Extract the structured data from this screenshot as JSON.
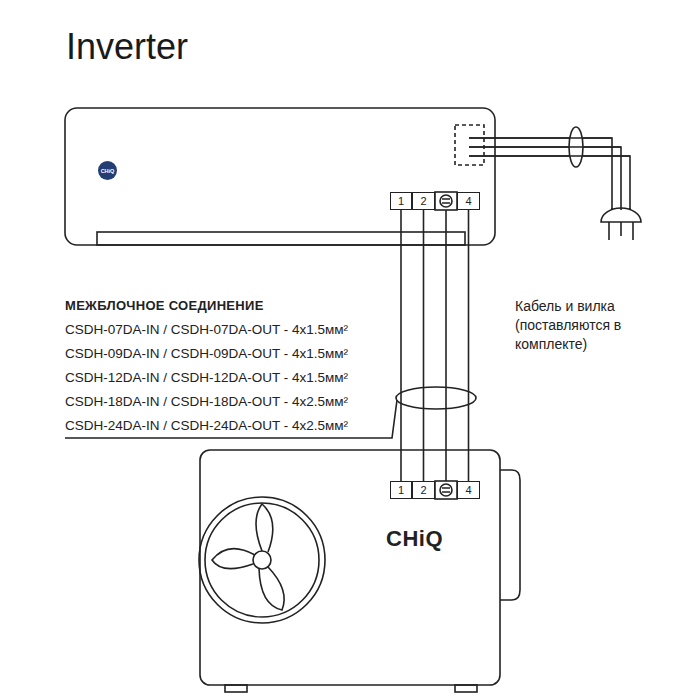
{
  "diagram": {
    "title": "Inverter",
    "nodes": [
      {
        "text": [
          "CHiQ"
        ]
      },
      {
        "text": [
          "1"
        ],
        "in": 0
      },
      {
        "text": [
          "2"
        ],
        "in": 0
      },
      {
        "text": [
          "4"
        ],
        "in": 0
      },
      {
        "text": [
          "CHiQ"
        ]
      },
      {
        "text": [
          "1"
        ],
        "in": 4
      },
      {
        "text": [
          "2"
        ],
        "in": 4
      },
      {
        "text": [
          "4"
        ],
        "in": 4
      }
    ],
    "edges": [
      {
        "from": 1,
        "to": 5,
        "arrow": "none"
      },
      {
        "from": 2,
        "to": 6,
        "arrow": "none"
      },
      {
        "from": 3,
        "to": 7,
        "arrow": "none"
      }
    ],
    "labels": [
      "МЕЖБЛОЧНОЕ СОЕДИНЕНИЕ",
      "CSDH-07DA-IN / CSDH-07DA-OUT - 4x1.5мм²",
      "CSDH-09DA-IN / CSDH-09DA-OUT - 4x1.5мм²",
      "CSDH-12DA-IN / CSDH-12DA-OUT - 4x1.5мм²",
      "CSDH-18DA-IN / CSDH-18DA-OUT - 4x2.5мм²",
      "CSDH-24DA-IN / CSDH-24DA-OUT - 4x2.5мм²",
      "Кабель и вилка (поставляются в комплекте)"
    ]
  }
}
